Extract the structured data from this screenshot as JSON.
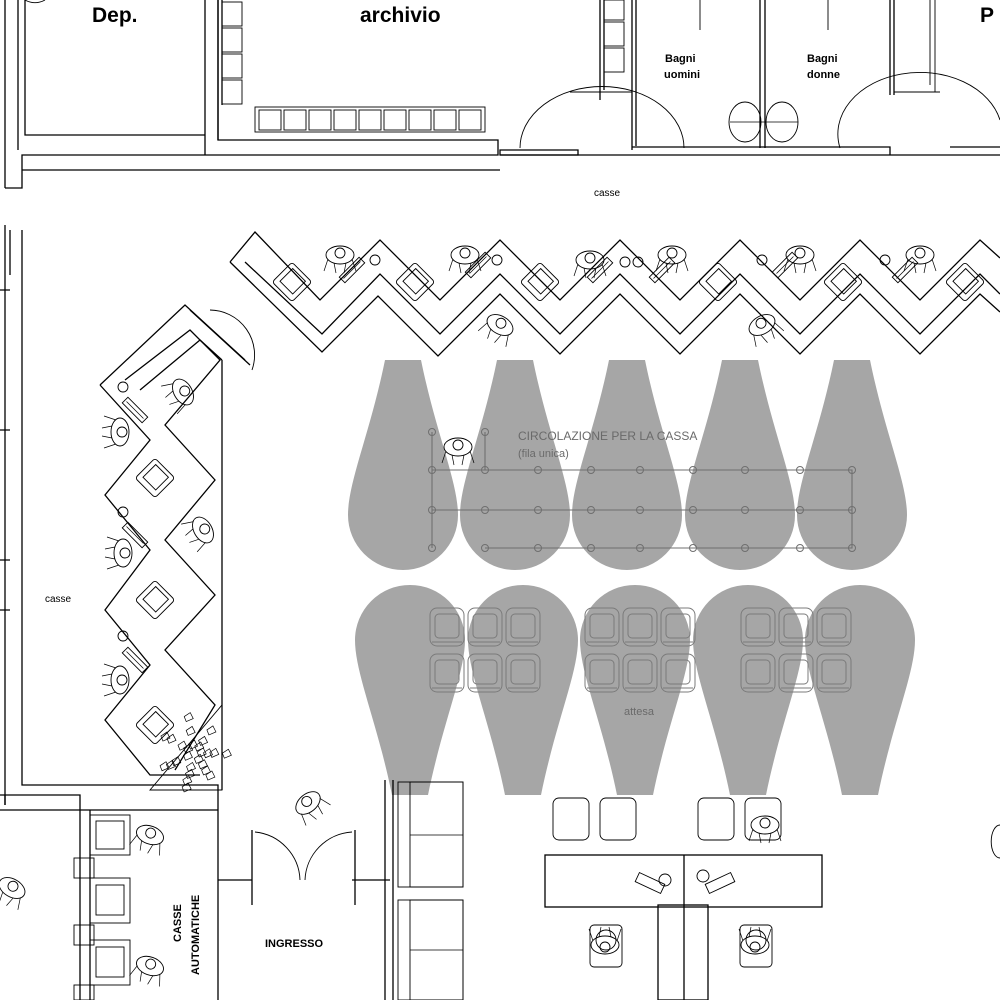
{
  "labels": {
    "dep": "Dep.",
    "archivio": "archivio",
    "p_partial": "P",
    "bagni_uomini_1": "Bagni",
    "bagni_uomini_2": "uomini",
    "bagni_donne_1": "Bagni",
    "bagni_donne_2": "donne",
    "casse_top": "casse",
    "casse_left": "casse",
    "circolazione_1": "CIRCOLAZIONE PER LA CASSA",
    "circolazione_2": "(fila unica)",
    "attesa": "attesa",
    "casse_automatiche_1": "CASSE",
    "casse_automatiche_2": "AUTOMATICHE",
    "ingresso": "INGRESSO"
  },
  "icons": {
    "person": "person-seated-icon",
    "chair": "chair-icon",
    "plant": "plant-icon",
    "door": "door-swing-icon",
    "sink": "sink-icon"
  },
  "colors": {
    "walls": "#000000",
    "cones": "#a6a6a6",
    "queue": "#6f6f6f"
  }
}
